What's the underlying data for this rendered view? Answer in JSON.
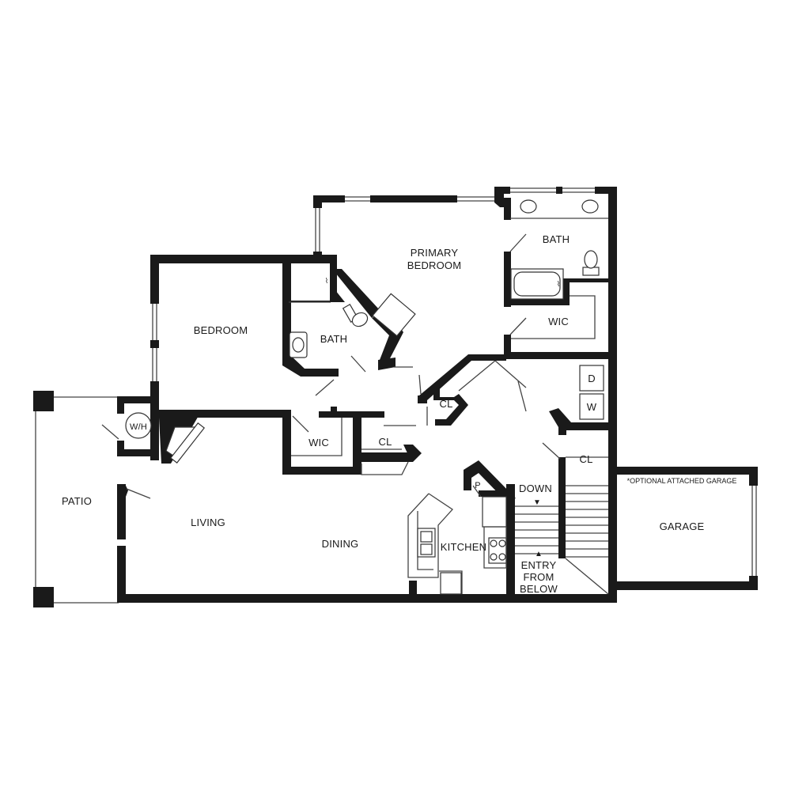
{
  "rooms": {
    "primary_bedroom": [
      "PRIMARY",
      "BEDROOM"
    ],
    "primary_bath": "BATH",
    "primary_wic": "WIC",
    "bedroom": "BEDROOM",
    "bath": "BATH",
    "wic": "WIC",
    "cl_hall": "CL",
    "cl_center": "CL",
    "cl_right": "CL",
    "dryer": "D",
    "washer": "W",
    "water_heater": "W/H",
    "patio": "PATIO",
    "living": "LIVING",
    "dining": "DINING",
    "kitchen": "KITCHEN",
    "pantry": "P",
    "stairs_down": "DOWN",
    "entry": [
      "ENTRY",
      "FROM",
      "BELOW"
    ],
    "garage": "GARAGE",
    "garage_note": "*OPTIONAL ATTACHED GARAGE"
  },
  "symbols": {
    "down_arrow": "▼",
    "up_arrow": "▲"
  },
  "colors": {
    "wall": "#1a1a1a",
    "background": "#ffffff"
  }
}
